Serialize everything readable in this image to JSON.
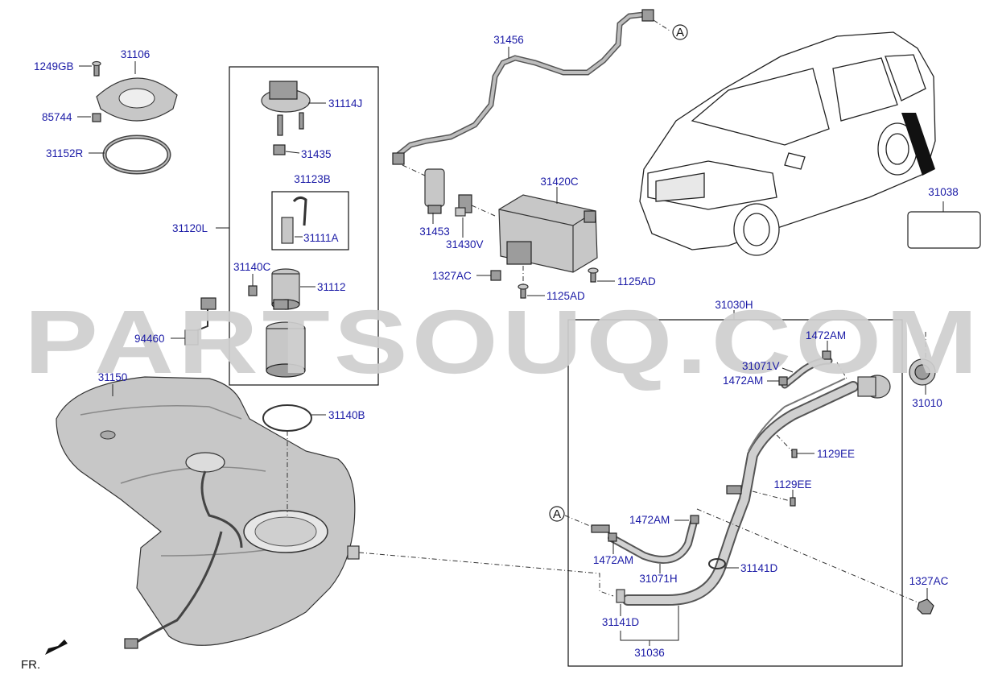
{
  "watermark": "PARTSOUQ.COM",
  "direction_label": "FR.",
  "callout_ref": "A",
  "colors": {
    "label": "#1a1aa6",
    "line": "#222222",
    "part": "#c7c7c7",
    "watermark": "#cfcfcf"
  },
  "labels": {
    "p31106": "31106",
    "p1249GB": "1249GB",
    "p85744": "85744",
    "p31152R": "31152R",
    "p31114J": "31114J",
    "p31435": "31435",
    "p31123B": "31123B",
    "p31111A": "31111A",
    "p31120L": "31120L",
    "p31140C": "31140C",
    "p31112": "31112",
    "p94460": "94460",
    "p31150": "31150",
    "p31140B": "31140B",
    "p31456": "31456",
    "p31453": "31453",
    "p31430V": "31430V",
    "p31420C": "31420C",
    "p1327AC_top": "1327AC",
    "p1125AD_a": "1125AD",
    "p1125AD_b": "1125AD",
    "p31038": "31038",
    "p31030H": "31030H",
    "p1472AM_1": "1472AM",
    "p31071V": "31071V",
    "p1472AM_2": "1472AM",
    "p31010": "31010",
    "p1129EE_1": "1129EE",
    "p1129EE_2": "1129EE",
    "p1472AM_3": "1472AM",
    "p1472AM_4": "1472AM",
    "p31071H": "31071H",
    "p31141D_1": "31141D",
    "p1327AC_bot": "1327AC",
    "p31141D_2": "31141D",
    "p31036": "31036"
  }
}
